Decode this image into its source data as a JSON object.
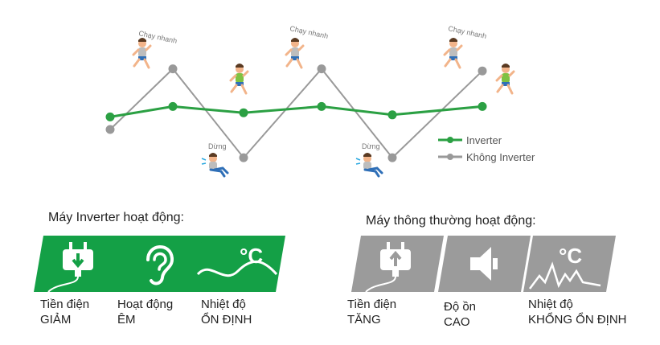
{
  "colors": {
    "inverter": "#2ba043",
    "non_inverter": "#999999",
    "tile_green": "#14a046",
    "tile_gray": "#9b9b9b"
  },
  "chart_data": {
    "type": "line",
    "series": [
      {
        "name": "Inverter",
        "color": "#2ba043",
        "values": [
          0.42,
          0.52,
          0.46,
          0.52,
          0.44,
          0.52
        ]
      },
      {
        "name": "Không Inverter",
        "color": "#999999",
        "values": [
          0.3,
          0.88,
          0.03,
          0.88,
          0.03,
          0.86
        ]
      }
    ],
    "annotations": [
      {
        "text": "Chạy nhanh",
        "at": "peak-1"
      },
      {
        "text": "Chạy nhanh",
        "at": "peak-3"
      },
      {
        "text": "Chạy nhanh",
        "at": "peak-5"
      },
      {
        "text": "Dừng",
        "at": "trough-2"
      },
      {
        "text": "Dừng",
        "at": "trough-4"
      }
    ],
    "legend": "right",
    "grid": false
  },
  "inverter_section": {
    "title": "Máy Inverter hoạt động:",
    "items": [
      {
        "icon": "plug-down-icon",
        "line1": "Tiền điện",
        "line2": "GIẢM"
      },
      {
        "icon": "ear-icon",
        "line1": "Hoạt động",
        "line2": "ÊM"
      },
      {
        "icon": "temperature-wave-icon",
        "line1": "Nhiệt độ",
        "line2": "ỔN ĐỊNH"
      }
    ]
  },
  "normal_section": {
    "title": "Máy thông thường hoạt động:",
    "items": [
      {
        "icon": "plug-up-icon",
        "line1": "Tiền điện",
        "line2": "TĂNG"
      },
      {
        "icon": "speaker-icon",
        "line1": "Độ ồn",
        "line2": "CAO"
      },
      {
        "icon": "temperature-spike-icon",
        "line1": "Nhiệt độ",
        "line2": "KHỔNG ỔN ĐỊNH"
      }
    ],
    "unit_label": "°C"
  }
}
